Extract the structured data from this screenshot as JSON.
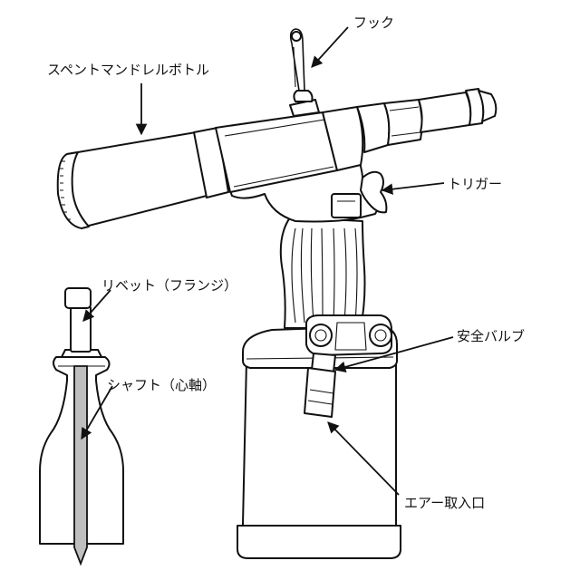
{
  "labels": {
    "hook": "フック",
    "mandrel_bottle": "スペントマンドレルボトル",
    "trigger": "トリガー",
    "rivet_flange": "リベット（フランジ）",
    "shaft": "シャフト（心軸）",
    "safety_valve": "安全バルブ",
    "air_inlet": "エアー取入口"
  },
  "colors": {
    "outline": "#111111",
    "fill": "#ffffff",
    "shaft_fill": "#bfbfbf"
  }
}
